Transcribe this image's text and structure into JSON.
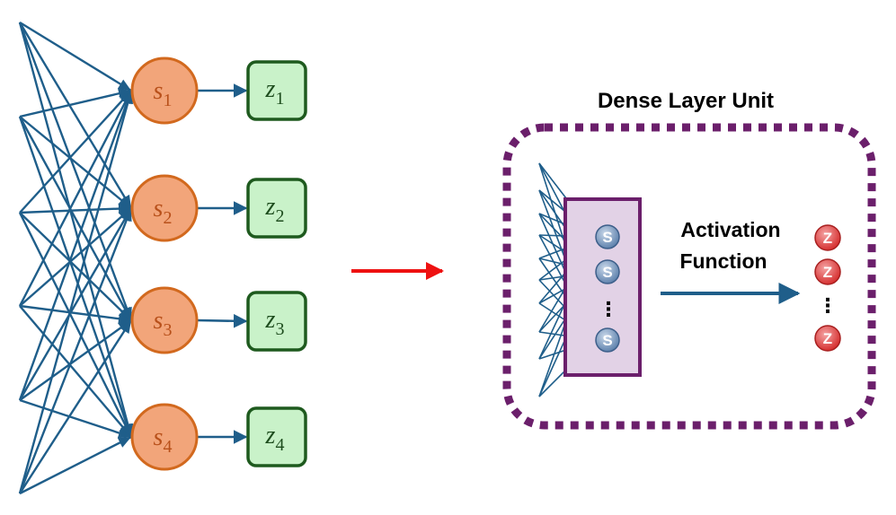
{
  "left_network": {
    "sums": [
      {
        "base": "s",
        "sub": "1"
      },
      {
        "base": "s",
        "sub": "2"
      },
      {
        "base": "s",
        "sub": "3"
      },
      {
        "base": "s",
        "sub": "4"
      }
    ],
    "outputs": [
      {
        "base": "z",
        "sub": "1"
      },
      {
        "base": "z",
        "sub": "2"
      },
      {
        "base": "z",
        "sub": "3"
      },
      {
        "base": "z",
        "sub": "4"
      }
    ]
  },
  "dense_layer": {
    "title": "Dense Layer Unit",
    "unit_label": "S",
    "output_label": "Z",
    "ellipsis": "⋮",
    "activation_line1": "Activation",
    "activation_line2": "Function"
  },
  "colors": {
    "edge_blue": "#1f5e8a",
    "sum_fill": "#f2a57a",
    "sum_stroke": "#d2691e",
    "sum_text": "#b8501a",
    "out_fill": "#c9f2c9",
    "out_stroke": "#1e5a1e",
    "out_text": "#1e4d1e",
    "transform_arrow": "#ee1111",
    "dashed_box": "#6b1f6b",
    "layer_fill": "#e2d2e6",
    "layer_stroke": "#6b1f6b",
    "mini_node": "#7d9fc6",
    "mini_z": "#e04848"
  }
}
